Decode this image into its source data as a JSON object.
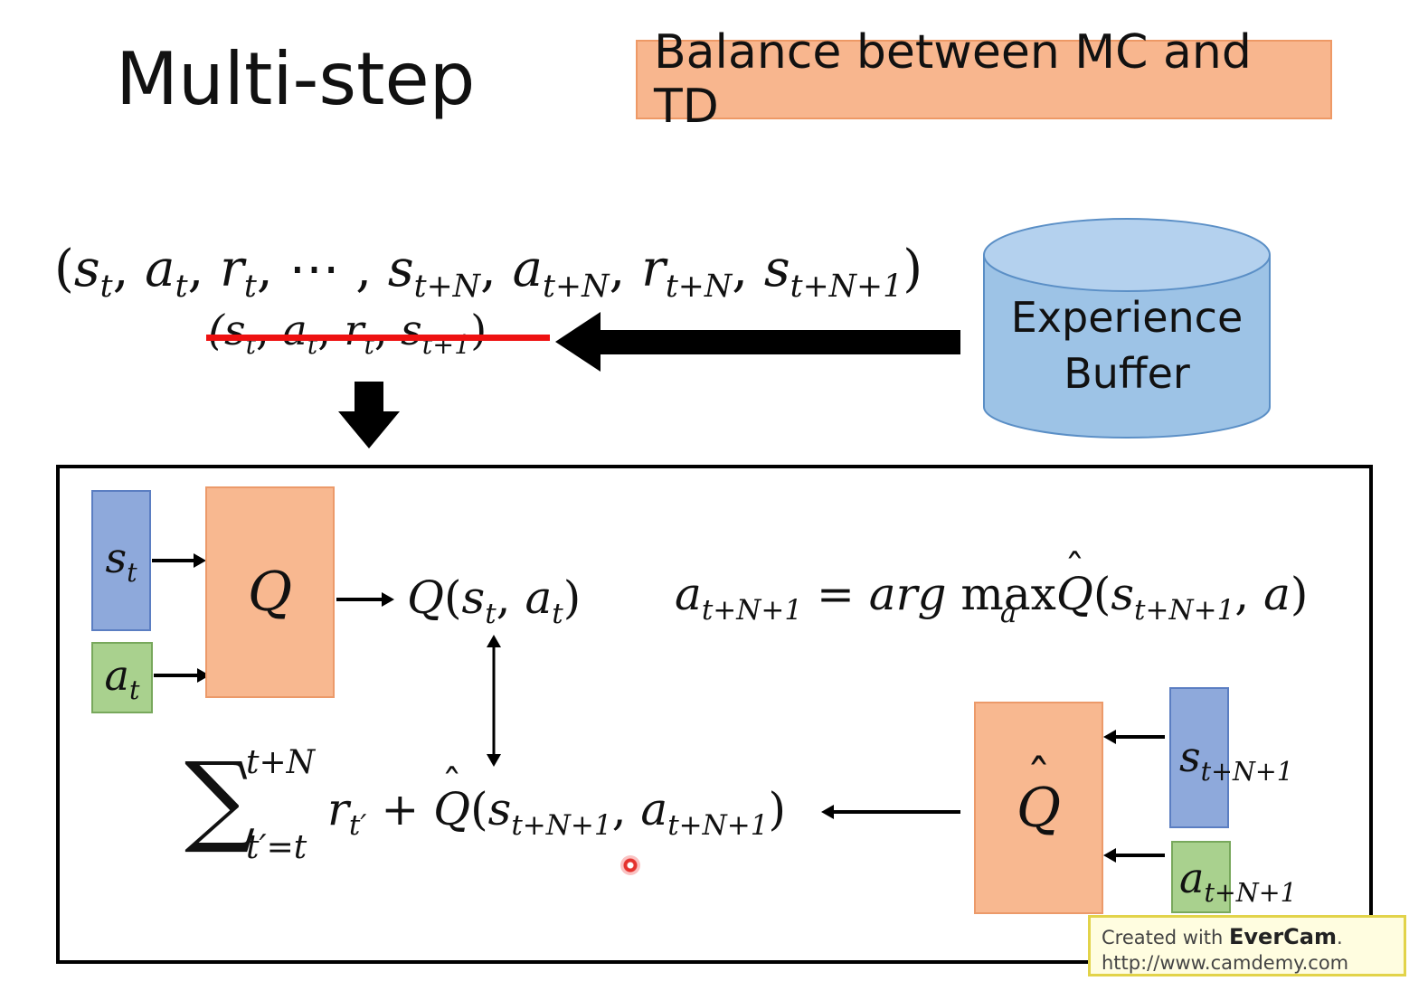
{
  "title": "Multi-step",
  "badge": "Balance between MC and TD",
  "experience_buffer": {
    "line1": "Experience",
    "line2": "Buffer"
  },
  "tuple_long": {
    "open": "(",
    "s": "s",
    "s_sub": "t",
    "a": "a",
    "a_sub": "t",
    "r": "r",
    "r_sub": "t",
    "dots": "⋯",
    "s2": "s",
    "s2_sub": "t+N",
    "a2": "a",
    "a2_sub": "t+N",
    "r2": "r",
    "r2_sub": "t+N",
    "s3": "s",
    "s3_sub": "t+N+1",
    "close": ")"
  },
  "tuple_short": {
    "text": "(s",
    "s_sub": "t",
    "a": "a",
    "a_sub": "t",
    "r": "r",
    "r_sub": "t",
    "s2": "s",
    "s2_sub": "t+1",
    "close": ")"
  },
  "network": {
    "st_label": "s",
    "st_sub": "t",
    "at_label": "a",
    "at_sub": "t",
    "q_label": "Q",
    "qhat_label": "Q",
    "st1_label": "s",
    "st1_sub": "t+N+1",
    "at1_label": "a",
    "at1_sub": "t+N+1"
  },
  "q_output": {
    "q": "Q",
    "open": "(",
    "s": "s",
    "s_sub": "t",
    "a": "a",
    "a_sub": "t",
    "close": ")"
  },
  "argmax": {
    "lhs": "a",
    "lhs_sub": "t+N+1",
    "eq": "=",
    "arg": "arg",
    "max": "max",
    "max_sub": "a",
    "qhat": "Q",
    "open": "(",
    "s": "s",
    "s_sub": "t+N+1",
    "comma": ",",
    "a": "a",
    "close": ")"
  },
  "target": {
    "upper": "t+N",
    "lower": "t′=t",
    "r": "r",
    "r_sub": "t′",
    "plus": "+",
    "qhat": "Q",
    "open": "(",
    "s": "s",
    "s_sub": "t+N+1",
    "a": "a",
    "a_sub": "t+N+1",
    "close": ")"
  },
  "watermark": {
    "prefix": "Created with ",
    "brand": "EverCam",
    "suffix": ".",
    "url": "http://www.camdemy.com"
  },
  "colors": {
    "orange": "#f8b890",
    "blue": "#8ea9db",
    "green": "#a9d18e",
    "strike": "#ee1111"
  }
}
